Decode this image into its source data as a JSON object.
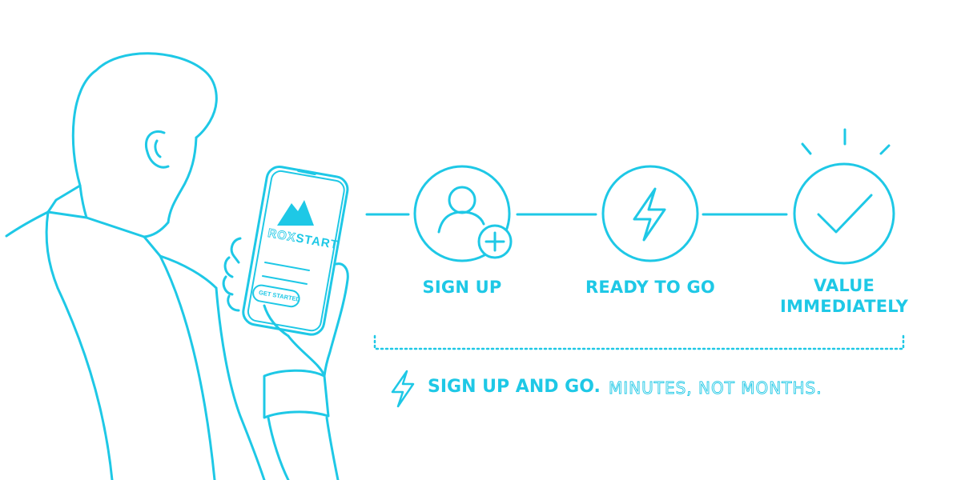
{
  "colors": {
    "accent": "#1ec8e6",
    "background": "#ffffff"
  },
  "phone": {
    "logo_prefix": "ROX",
    "logo_suffix": "START",
    "button_label": "GET STARTED"
  },
  "steps": [
    {
      "label": "SIGN UP",
      "icon": "user-plus-icon"
    },
    {
      "label": "READY TO GO",
      "icon": "lightning-bolt-icon"
    },
    {
      "label_line1": "VALUE",
      "label_line2": "IMMEDIATELY",
      "icon": "checkmark-icon"
    }
  ],
  "tagline": {
    "bold": "SIGN UP AND GO.",
    "light": "MINUTES, NOT MONTHS.",
    "icon": "lightning-bolt-icon"
  }
}
